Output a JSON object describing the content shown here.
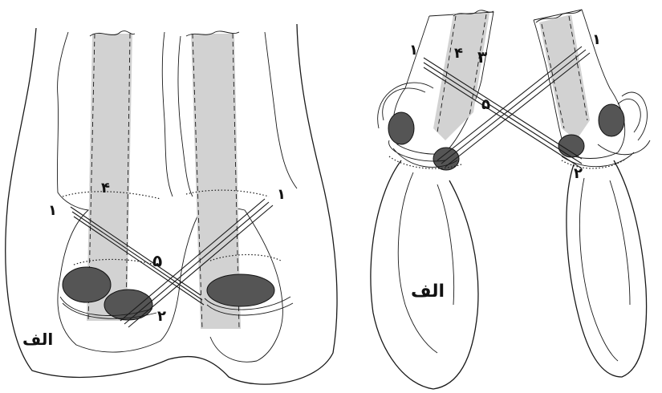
{
  "figure_title": "",
  "panels": {
    "left": {
      "label_view": "الف",
      "label_1_left": "۱",
      "label_1_right": "۱",
      "label_2": "۲",
      "label_4": "۴",
      "label_5": "۵"
    },
    "right": {
      "label_view": "الف",
      "label_1_left": "۱",
      "label_1_right": "۱",
      "label_2": "۲",
      "label_3": "۳",
      "label_4": "۴",
      "label_5": "۵"
    }
  },
  "colors": {
    "line": "#1a1a1a",
    "tendon_fill": "#d2d2d2",
    "pad_fill": "#555555",
    "background": "#ffffff"
  }
}
